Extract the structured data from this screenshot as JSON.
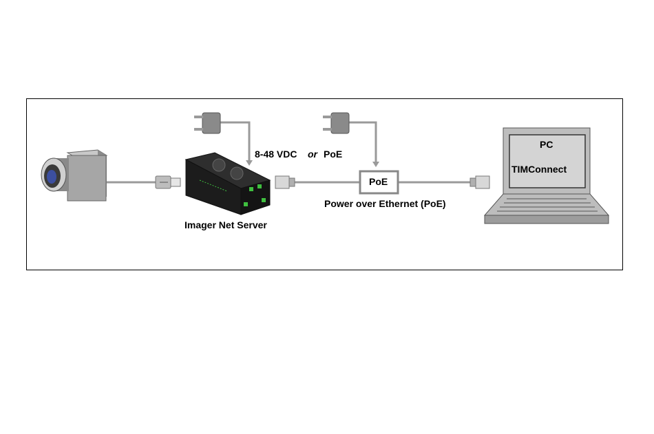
{
  "labels": {
    "voltage": "8-48 VDC",
    "or": "or",
    "poe_option": "PoE",
    "server": "Imager Net Server",
    "poe_box": "PoE",
    "poe_caption": "Power over Ethernet (PoE)",
    "pc": "PC",
    "software": "TIMConnect"
  },
  "colors": {
    "cable": "#9a9a9a",
    "server_body": "#1c1c1c",
    "led_green": "#3fbf3f",
    "camera_body": "#a6a6a6",
    "lens_blue": "#3c4fa0",
    "laptop_body": "#bdbdbd",
    "screen": "#d4d4d4"
  },
  "icons": [
    "camera-icon",
    "usb-plug-icon",
    "power-plug-icon",
    "server-icon",
    "ethernet-plug-icon",
    "laptop-icon"
  ]
}
